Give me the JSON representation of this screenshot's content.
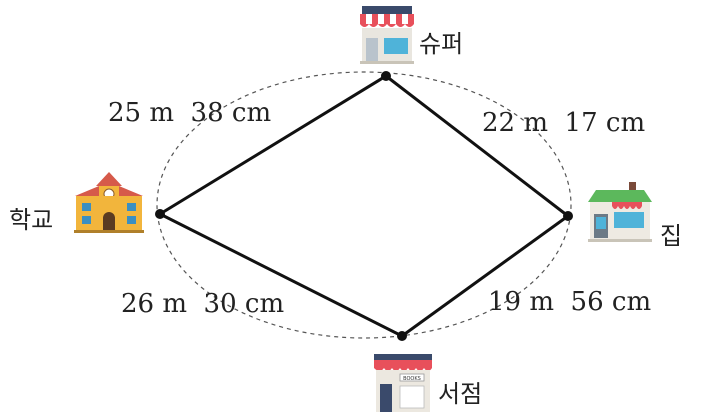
{
  "places": {
    "supermarket": "슈퍼",
    "school": "학교",
    "home": "집",
    "bookstore": "서점"
  },
  "distances": {
    "school_supermarket": "25 m  38 cm",
    "supermarket_home": "22 m  17 cm",
    "school_bookstore": "26 m  30 cm",
    "bookstore_home": "19 m  56 cm"
  },
  "bookstore_sign": "BOOKS"
}
